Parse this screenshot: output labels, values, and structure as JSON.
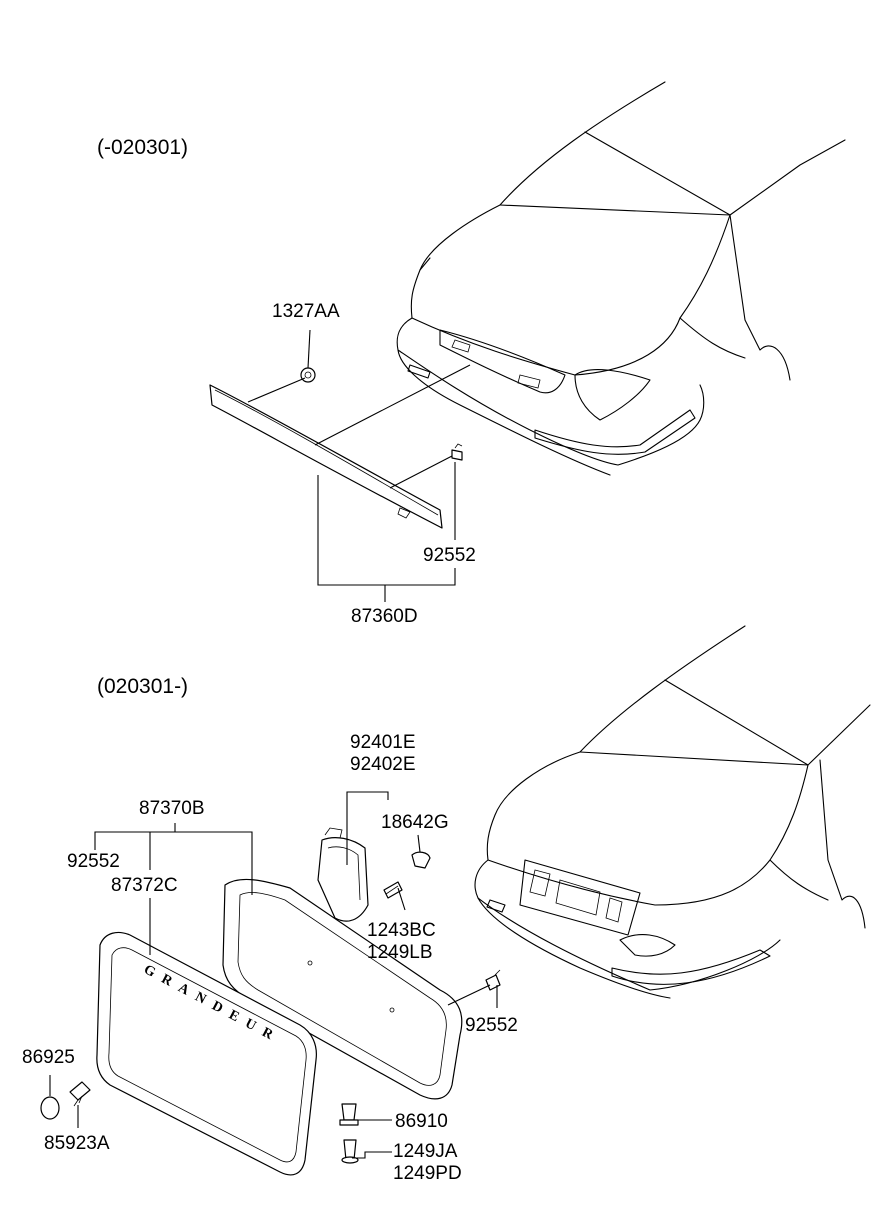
{
  "sections": [
    {
      "label": "(-020301)",
      "parts": [
        "1327AA",
        "92552",
        "87360D"
      ]
    },
    {
      "label": "(020301-)",
      "parts": [
        "92401E",
        "92402E",
        "18642G",
        "87370B",
        "92552",
        "87372C",
        "1243BC",
        "1249LB",
        "92552",
        "86925",
        "85923A",
        "86910",
        "1249JA",
        "1249PD"
      ]
    }
  ],
  "emblem_text": "GRANDEUR"
}
